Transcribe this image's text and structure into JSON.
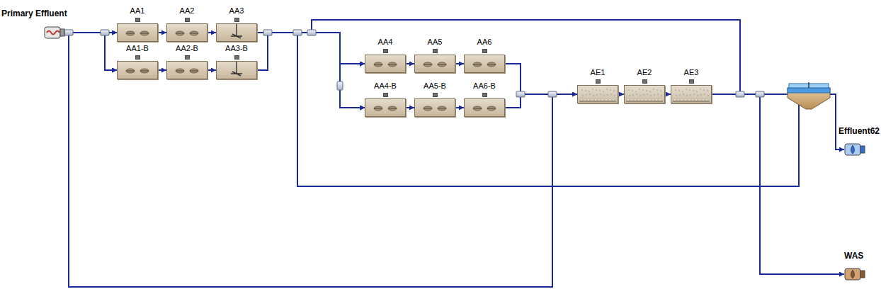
{
  "diagram": {
    "nodes": [
      {
        "text": [
          "Primary Effluent"
        ]
      },
      {
        "text": [
          "AA1"
        ]
      },
      {
        "text": [
          "AA2"
        ]
      },
      {
        "text": [
          "AA3"
        ]
      },
      {
        "text": [
          "AA1-B"
        ]
      },
      {
        "text": [
          "AA2-B"
        ]
      },
      {
        "text": [
          "AA3-B"
        ]
      },
      {
        "text": [
          "AA4"
        ]
      },
      {
        "text": [
          "AA5"
        ]
      },
      {
        "text": [
          "AA6"
        ]
      },
      {
        "text": [
          "AA4-B"
        ]
      },
      {
        "text": [
          "AA5-B"
        ]
      },
      {
        "text": [
          "AA6-B"
        ]
      },
      {
        "text": [
          "AE1"
        ]
      },
      {
        "text": [
          "AE2"
        ]
      },
      {
        "text": [
          "AE3"
        ]
      },
      {
        "text": [
          "Effluent62"
        ]
      },
      {
        "text": [
          "WAS"
        ]
      }
    ],
    "edges": [
      {
        "from": 0,
        "to": 1,
        "arrow": "to"
      },
      {
        "from": 0,
        "to": 4,
        "arrow": "to"
      },
      {
        "from": 1,
        "to": 2,
        "arrow": "to"
      },
      {
        "from": 2,
        "to": 3,
        "arrow": "to"
      },
      {
        "from": 4,
        "to": 5,
        "arrow": "to"
      },
      {
        "from": 5,
        "to": 6,
        "arrow": "to"
      },
      {
        "from": 3,
        "to": 7,
        "arrow": "to"
      },
      {
        "from": 3,
        "to": 10,
        "arrow": "to"
      },
      {
        "from": 6,
        "to": 7,
        "arrow": "to"
      },
      {
        "from": 6,
        "to": 10,
        "arrow": "to"
      },
      {
        "from": 7,
        "to": 8,
        "arrow": "to"
      },
      {
        "from": 8,
        "to": 9,
        "arrow": "to"
      },
      {
        "from": 10,
        "to": 11,
        "arrow": "to"
      },
      {
        "from": 11,
        "to": 12,
        "arrow": "to"
      },
      {
        "from": 9,
        "to": 13,
        "arrow": "to"
      },
      {
        "from": 12,
        "to": 13,
        "arrow": "to"
      },
      {
        "from": 13,
        "to": 14,
        "arrow": "to"
      },
      {
        "from": 14,
        "to": 15,
        "arrow": "to"
      },
      {
        "from": 15,
        "to": 16,
        "arrow": "to"
      },
      {
        "from": 15,
        "to": 17,
        "arrow": "to"
      },
      {
        "from": 15,
        "to": 7,
        "arrow": "to"
      },
      {
        "from": 15,
        "to": 10,
        "arrow": "to"
      },
      {
        "from": 15,
        "to": 7,
        "arrow": "to"
      },
      {
        "from": 15,
        "to": 10,
        "arrow": "to"
      },
      {
        "from": 9,
        "to": 1,
        "arrow": "to"
      },
      {
        "from": 9,
        "to": 4,
        "arrow": "to"
      },
      {
        "from": 12,
        "to": 1,
        "arrow": "to"
      },
      {
        "from": 12,
        "to": 4,
        "arrow": "to"
      }
    ]
  }
}
